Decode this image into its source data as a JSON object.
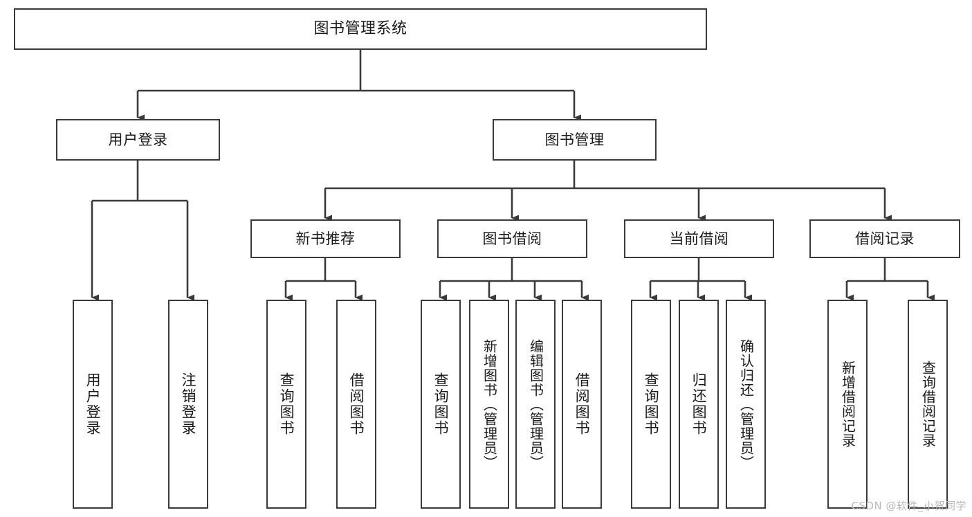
{
  "diagram": {
    "title": "图书管理系统",
    "type": "tree-hierarchy-chart",
    "watermark": "CSDN @软件_小贺同学",
    "colors": {
      "background": "#ffffff",
      "box_border": "#3a3a3a",
      "box_fill": "#ffffff",
      "text": "#1a1a1a",
      "edge": "#3a3a3a",
      "watermark": "#b9b9b9"
    },
    "levels": {
      "root": "图书管理系统",
      "level2": [
        "用户登录",
        "图书管理"
      ],
      "level3": [
        "新书推荐",
        "图书借阅",
        "当前借阅",
        "借阅记录"
      ]
    },
    "nodes": {
      "root": {
        "label": "图书管理系统"
      },
      "user_login": {
        "label": "用户登录"
      },
      "book_manage": {
        "label": "图书管理"
      },
      "new_book_rec": {
        "label": "新书推荐"
      },
      "book_borrow": {
        "label": "图书借阅"
      },
      "current_borrow": {
        "label": "当前借阅"
      },
      "borrow_record": {
        "label": "借阅记录"
      },
      "leaf_user_login": {
        "label": "用户登录"
      },
      "leaf_logout": {
        "label": "注销登录"
      },
      "leaf_query_book_1": {
        "label": "查询图书"
      },
      "leaf_borrow_book_1": {
        "label": "借阅图书"
      },
      "leaf_query_book_2": {
        "label": "查询图书"
      },
      "leaf_add_book": {
        "label": "新增图书（管理员）"
      },
      "leaf_edit_book": {
        "label": "编辑图书（管理员）"
      },
      "leaf_borrow_book_2": {
        "label": "借阅图书"
      },
      "leaf_query_book_3": {
        "label": "查询图书"
      },
      "leaf_return_book": {
        "label": "归还图书"
      },
      "leaf_confirm_return": {
        "label": "确认归还（管理员）"
      },
      "leaf_add_record": {
        "label": "新增借阅记录"
      },
      "leaf_query_record": {
        "label": "查询借阅记录"
      }
    },
    "edges": [
      {
        "from": "root",
        "to": "user_login"
      },
      {
        "from": "root",
        "to": "book_manage"
      },
      {
        "from": "user_login",
        "to": "leaf_user_login"
      },
      {
        "from": "user_login",
        "to": "leaf_logout"
      },
      {
        "from": "book_manage",
        "to": "new_book_rec"
      },
      {
        "from": "book_manage",
        "to": "book_borrow"
      },
      {
        "from": "book_manage",
        "to": "current_borrow"
      },
      {
        "from": "book_manage",
        "to": "borrow_record"
      },
      {
        "from": "new_book_rec",
        "to": "leaf_query_book_1"
      },
      {
        "from": "new_book_rec",
        "to": "leaf_borrow_book_1"
      },
      {
        "from": "book_borrow",
        "to": "leaf_query_book_2"
      },
      {
        "from": "book_borrow",
        "to": "leaf_add_book"
      },
      {
        "from": "book_borrow",
        "to": "leaf_edit_book"
      },
      {
        "from": "book_borrow",
        "to": "leaf_borrow_book_2"
      },
      {
        "from": "current_borrow",
        "to": "leaf_query_book_3"
      },
      {
        "from": "current_borrow",
        "to": "leaf_return_book"
      },
      {
        "from": "current_borrow",
        "to": "leaf_confirm_return"
      },
      {
        "from": "borrow_record",
        "to": "leaf_add_record"
      },
      {
        "from": "borrow_record",
        "to": "leaf_query_record"
      }
    ]
  }
}
